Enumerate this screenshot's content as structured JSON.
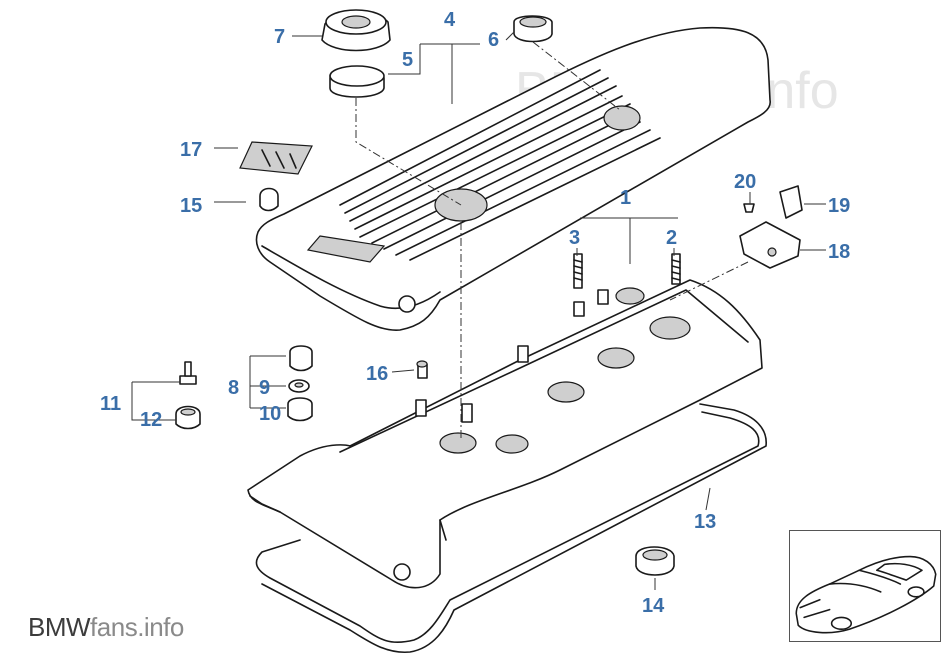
{
  "diagram": {
    "callouts": [
      {
        "number": "1"
      },
      {
        "number": "2"
      },
      {
        "number": "3"
      },
      {
        "number": "4"
      },
      {
        "number": "5"
      },
      {
        "number": "6"
      },
      {
        "number": "7"
      },
      {
        "number": "8"
      },
      {
        "number": "9"
      },
      {
        "number": "10"
      },
      {
        "number": "11"
      },
      {
        "number": "12"
      },
      {
        "number": "13"
      },
      {
        "number": "14"
      },
      {
        "number": "15"
      },
      {
        "number": "16"
      },
      {
        "number": "17"
      },
      {
        "number": "18"
      },
      {
        "number": "19"
      },
      {
        "number": "20"
      }
    ],
    "callout_color": "#3a6ea8"
  },
  "watermark": {
    "text": "BMWfans.info"
  },
  "branding": {
    "strong": "BMW",
    "light": "fans.info"
  },
  "inset": {
    "icon": "car-silhouette-icon"
  }
}
